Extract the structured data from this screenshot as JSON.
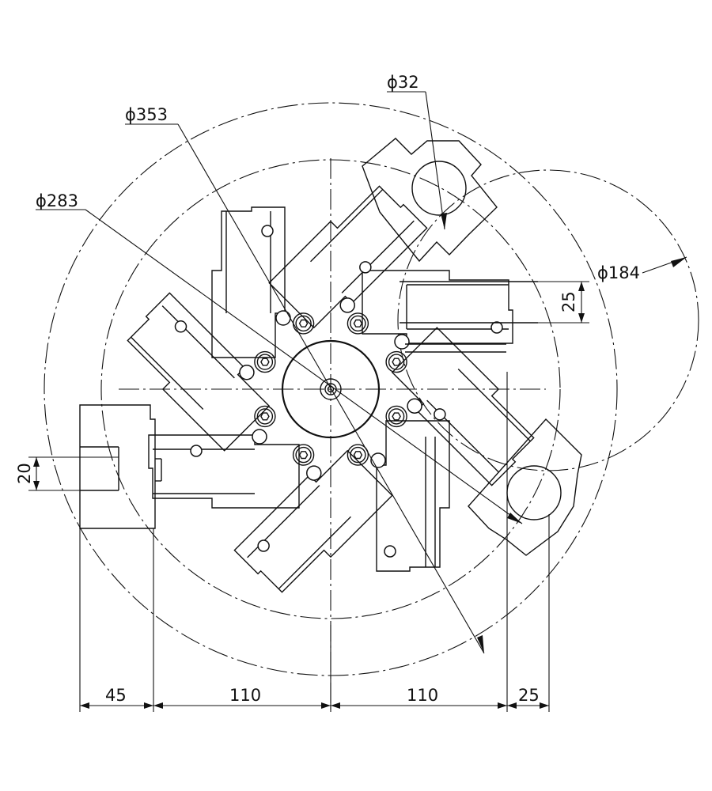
{
  "dimensions": {
    "dia_353": "ϕ353",
    "dia_283": "ϕ283",
    "dia_32": "ϕ32",
    "dia_184": "ϕ184",
    "vert_25": "25",
    "vert_20": "20",
    "horiz_45": "45",
    "horiz_110_left": "110",
    "horiz_110_right": "110",
    "horiz_25": "25"
  }
}
